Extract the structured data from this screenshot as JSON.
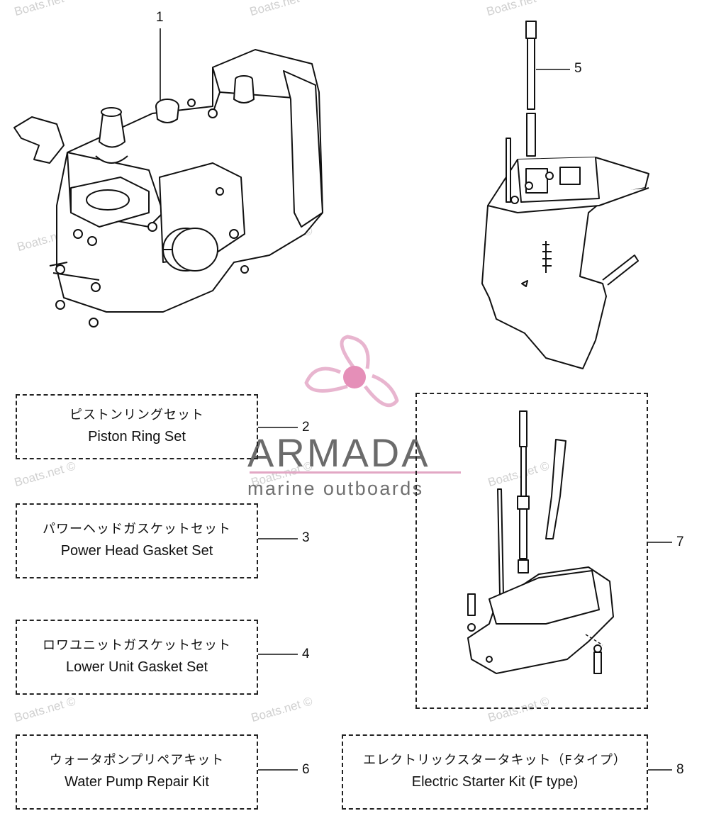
{
  "watermark": "Boats.net ©",
  "logo": {
    "brand": "ARMADA",
    "tagline": "marine outboards",
    "colors": {
      "propeller": "#e8b5cf",
      "propeller_hub": "#e58fb8",
      "wordmark": "#6b6b6b",
      "rule": "#e2a7c4"
    }
  },
  "parts": [
    {
      "ref": "1"
    },
    {
      "ref": "5"
    }
  ],
  "kits": [
    {
      "ref": "2",
      "name_jp": "ピストンリングセット",
      "name_en": "Piston Ring Set"
    },
    {
      "ref": "3",
      "name_jp": "パワーヘッドガスケットセット",
      "name_en": "Power Head Gasket Set"
    },
    {
      "ref": "4",
      "name_jp": "ロワユニットガスケットセット",
      "name_en": "Lower Unit Gasket Set"
    },
    {
      "ref": "6",
      "name_jp": "ウォータポンプリペアキット",
      "name_en": "Water Pump Repair Kit"
    },
    {
      "ref": "7"
    },
    {
      "ref": "8",
      "name_jp": "エレクトリックスタータキット（Fタイプ）",
      "name_en": "Electric Starter Kit (F type)"
    }
  ]
}
